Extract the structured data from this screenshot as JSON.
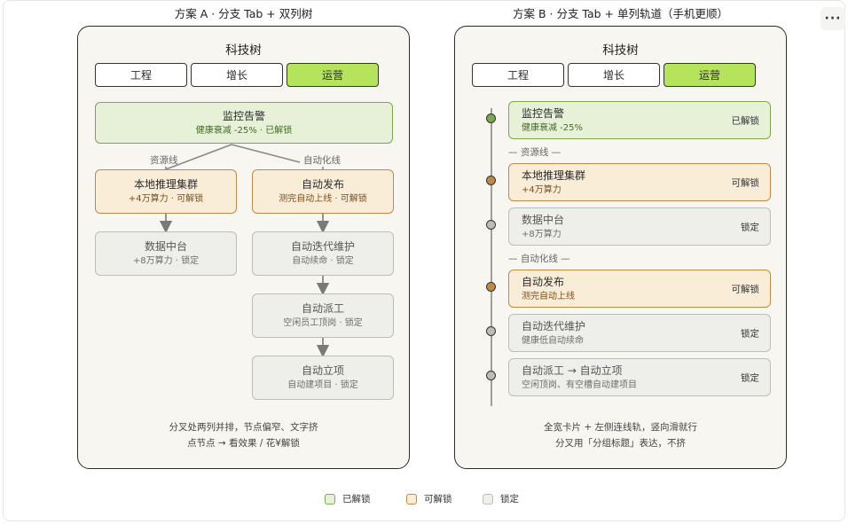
{
  "toolbar": {
    "more_icon": "more-horizontal-icon",
    "more_label": "···"
  },
  "colors": {
    "unlocked_fill": "#e6f1d8",
    "unlocked_border": "#7aa84a",
    "unlockable_fill": "#faedd8",
    "unlockable_border": "#c08a45",
    "locked_fill": "#eeeeea",
    "locked_border": "#bdbdb8",
    "active_tab": "#b5e35c"
  },
  "panel_a": {
    "heading": "方案 A · 分支 Tab + 双列树",
    "tree_title": "科技树",
    "tabs": [
      "工程",
      "增长",
      "运营"
    ],
    "active_tab": "运营",
    "root": {
      "title": "监控告警",
      "sub": "健康衰减 -25% · 已解锁",
      "state": "unlocked"
    },
    "branch_labels": [
      "资源线",
      "自动化线"
    ],
    "left_column": [
      {
        "title": "本地推理集群",
        "sub": "+4万算力 · 可解锁",
        "state": "unlockable"
      },
      {
        "title": "数据中台",
        "sub": "+8万算力 · 锁定",
        "state": "locked"
      }
    ],
    "right_column": [
      {
        "title": "自动发布",
        "sub": "测完自动上线 · 可解锁",
        "state": "unlockable"
      },
      {
        "title": "自动迭代维护",
        "sub": "自动续命 · 锁定",
        "state": "locked"
      },
      {
        "title": "自动派工",
        "sub": "空闲员工顶岗 · 锁定",
        "state": "locked"
      },
      {
        "title": "自动立项",
        "sub": "自动建项目 · 锁定",
        "state": "locked"
      }
    ],
    "note_line1": "分叉处两列并排，节点偏窄、文字挤",
    "note_line2": "点节点 → 看效果 / 花¥解锁"
  },
  "panel_b": {
    "heading": "方案 B · 分支 Tab + 单列轨道（手机更顺）",
    "tree_title": "科技树",
    "tabs": [
      "工程",
      "增长",
      "运营"
    ],
    "active_tab": "运营",
    "group_labels": [
      "— 资源线 —",
      "— 自动化线 —"
    ],
    "cards": [
      {
        "title": "监控告警",
        "sub": "健康衰减 -25%",
        "status": "已解锁",
        "state": "unlocked"
      },
      {
        "title": "本地推理集群",
        "sub": "+4万算力",
        "status": "可解锁",
        "state": "unlockable"
      },
      {
        "title": "数据中台",
        "sub": "+8万算力",
        "status": "锁定",
        "state": "locked"
      },
      {
        "title": "自动发布",
        "sub": "测完自动上线",
        "status": "可解锁",
        "state": "unlockable"
      },
      {
        "title": "自动迭代维护",
        "sub": "健康低自动续命",
        "status": "锁定",
        "state": "locked"
      },
      {
        "title": "自动派工 → 自动立项",
        "sub": "空闲顶岗、有空槽自动建项目",
        "status": "锁定",
        "state": "locked"
      }
    ],
    "note_line1": "全宽卡片 + 左侧连线轨，竖向滑就行",
    "note_line2": "分叉用「分组标题」表达，不挤"
  },
  "legend": [
    {
      "label": "已解锁",
      "state": "unlocked"
    },
    {
      "label": "可解锁",
      "state": "unlockable"
    },
    {
      "label": "锁定",
      "state": "locked"
    }
  ]
}
